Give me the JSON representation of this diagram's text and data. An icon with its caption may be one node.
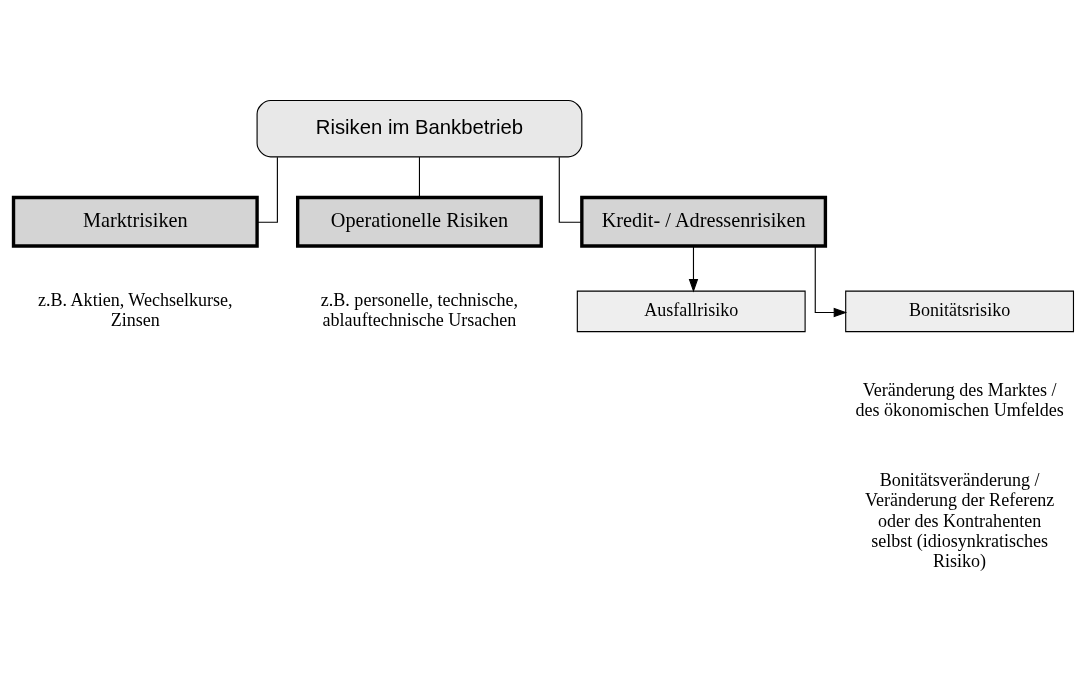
{
  "diagram": {
    "nodes": [
      {
        "text": [
          "Risiken im Bankbetrieb"
        ]
      },
      {
        "text": [
          "Marktrisiken"
        ],
        "beside": [
          "z.B. Aktien, Wechselkurse, Zinsen"
        ]
      },
      {
        "text": [
          "Operationelle Risiken"
        ],
        "beside": [
          "z.B. personelle, technische, ablauftechnische Ursachen"
        ]
      },
      {
        "text": [
          "Kredit- / Adressenrisiken"
        ]
      },
      {
        "text": [
          "Ausfallrisiko"
        ]
      },
      {
        "text": [
          "Bonitätsrisiko"
        ]
      }
    ],
    "edges": [
      {
        "from": 0,
        "to": 1,
        "arrow": "none"
      },
      {
        "from": 0,
        "to": 2,
        "arrow": "none"
      },
      {
        "from": 0,
        "to": 3,
        "arrow": "none"
      },
      {
        "from": 3,
        "to": 4,
        "arrow": "to"
      },
      {
        "from": 3,
        "to": 5,
        "arrow": "to"
      }
    ],
    "labels": [
      "Veränderung des Marktes / des ökonomischen Umfeldes",
      "Bonitätsveränderung / Veränderung der Referenz oder des Kontrahenten selbst (idiosynkratisches Risiko)"
    ]
  }
}
